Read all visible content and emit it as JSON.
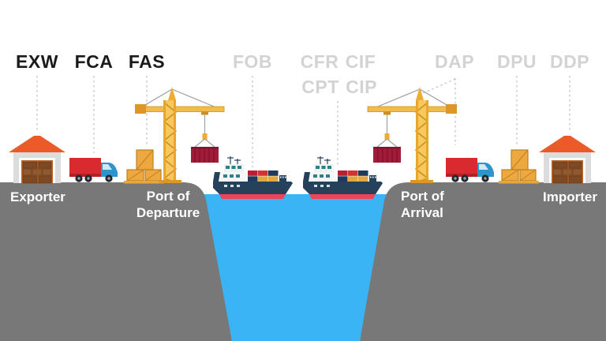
{
  "diagram": {
    "description": "Incoterms shipping responsibility infographic",
    "terms": {
      "exw": "EXW",
      "fca": "FCA",
      "fas": "FAS",
      "fob": "FOB",
      "cfr": "CFR",
      "cif": "CIF",
      "cpt": "CPT",
      "cip": "CIP",
      "dap": "DAP",
      "dpu": "DPU",
      "ddp": "DDP"
    },
    "locations": {
      "exporter": "Exporter",
      "port_departure_1": "Port of",
      "port_departure_2": "Departure",
      "port_arrival_1": "Port of",
      "port_arrival_2": "Arrival",
      "importer": "Importer"
    },
    "colors": {
      "background": "#ffffff",
      "ground": "#787878",
      "water": "#3bb4f6",
      "term_active": "#1b1b1b",
      "term_inactive": "#d3d3d3",
      "location_text": "#ffffff",
      "dashed_line": "#c2c2c2",
      "crane_yellow": "#f3bb4a",
      "hanging_container_red": "#a01c38",
      "truck_trailer_red": "#d92b2f",
      "truck_cab_blue": "#2b95cc",
      "warehouse_roof_orange": "#ea5b27",
      "crate_orange": "#eda93f",
      "ship_hull_navy": "#26415c",
      "ship_stripe_red": "#ee4456"
    },
    "icons": [
      "warehouse-icon",
      "truck-icon",
      "crates-icon",
      "crane-icon",
      "hanging-container-icon",
      "cargo-ship-icon",
      "water-shape",
      "ground-shape"
    ]
  }
}
